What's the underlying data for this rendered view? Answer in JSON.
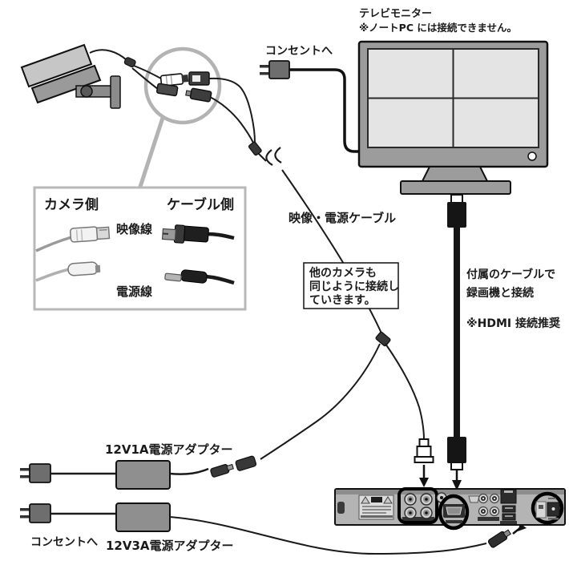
{
  "labels": {
    "tv_monitor_title": "テレビモニター",
    "tv_monitor_note": "※ノートPC には接続できません。",
    "outlet_top": "コンセントへ",
    "outlet_bottom": "コンセントへ",
    "detail_box": {
      "camera_side": "カメラ側",
      "cable_side": "ケーブル側",
      "video_line": "映像線",
      "power_line": "電源線"
    },
    "cable_label": "映像・電源ケーブル",
    "note_box_lines": [
      "他のカメラも",
      "同じように接続し",
      "ていきます。"
    ],
    "recorder_note_line1": "付属のケーブルで",
    "recorder_note_line2": "録画機と接続",
    "hdmi_note": "※HDMI 接続推奨",
    "adapter_12v1a": "12V1A電源アダプター",
    "adapter_12v3a": "12V3A電源アダプター"
  },
  "colors": {
    "line": "#1a1a1a",
    "gray_light": "#c9c9c9",
    "gray_mid": "#9c9c9c",
    "gray_dark": "#6e6e6e",
    "magnifier_gray": "#b3b3b3",
    "dvr_body": "#b4b4b4"
  }
}
